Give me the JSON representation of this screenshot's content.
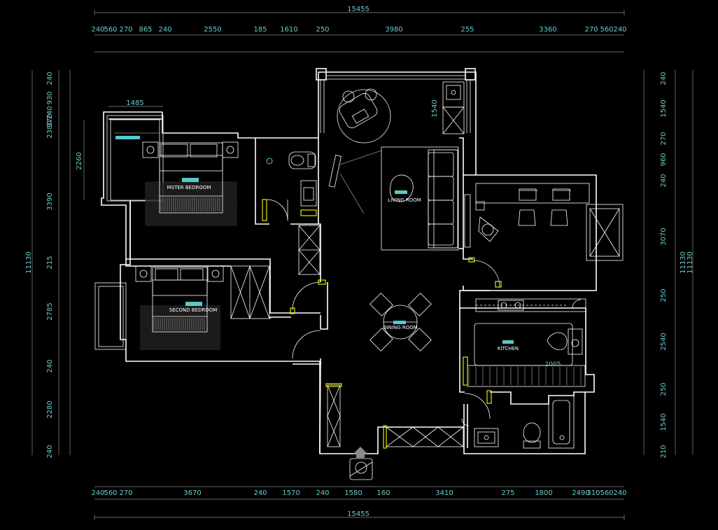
{
  "drawing": {
    "type": "floor plan",
    "background": "#000000",
    "wall_color": "#ffffff",
    "dimension_color": "#6fc9c9",
    "accent_color": "#e6e600",
    "total_width_label": "15455",
    "total_height_label": "11130",
    "top_dimensions": [
      "240",
      "560",
      "270",
      "865",
      "240",
      "2550",
      "185",
      "1610",
      "250",
      "3980",
      "255",
      "3360",
      "270",
      "560",
      "240"
    ],
    "bottom_dimensions": [
      "240",
      "560",
      "270",
      "3670",
      "240",
      "1570",
      "240",
      "1580",
      "160",
      "3410",
      "275",
      "1800",
      "2490",
      "310",
      "560",
      "240"
    ],
    "left_dimensions": [
      "240",
      "930",
      "2380",
      "3390",
      "215",
      "2785",
      "240",
      "2280",
      "240"
    ],
    "left_small_labels": [
      "370",
      "240"
    ],
    "right_dimensions": [
      "240",
      "1540",
      "270",
      "960",
      "240",
      "3070",
      "250",
      "2540",
      "250",
      "1540",
      "210"
    ],
    "right_total_labels": [
      "11130",
      "11130"
    ],
    "inner_dimensions": {
      "bay_width": "1485",
      "bay_height": "2260",
      "balcony_depth": "1540",
      "kitchen_counter": "2005"
    },
    "rooms": {
      "master_bedroom": "MSTER BEDROOM",
      "second_bedroom": "SECOND BEDROOM",
      "living_room": "LIVING ROOM",
      "dining_room": "DINING ROOM",
      "kitchen": "KITCHEN"
    },
    "symbols": [
      "bed-icon",
      "toilet-icon",
      "sink-icon",
      "sofa-icon",
      "dining-table-icon",
      "stove-icon",
      "desk-chair-icon",
      "bathtub-icon",
      "entrance-arrow-icon",
      "armchair-icon",
      "tv-icon"
    ]
  }
}
